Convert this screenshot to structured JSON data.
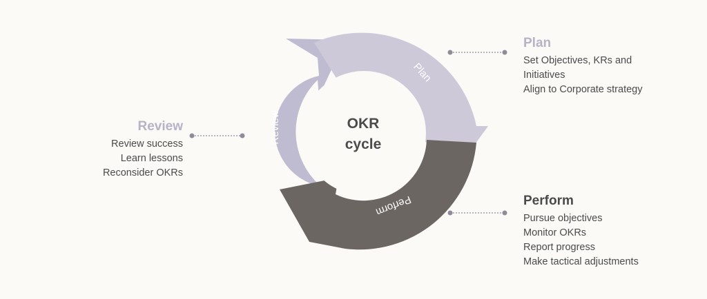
{
  "diagram": {
    "center_line1": "OKR",
    "center_line2": "cycle",
    "ring_labels": {
      "plan": "Plan",
      "review": "Review",
      "perform": "Perform"
    },
    "colors": {
      "plan": "#cdc9d9",
      "review": "#bfbbd1",
      "perform": "#6c6663",
      "leader": "#8f8b99"
    }
  },
  "plan": {
    "title": "Plan",
    "lines": [
      "Set Objectives, KRs and",
      "Initiatives",
      "Align to Corporate strategy"
    ]
  },
  "review": {
    "title": "Review",
    "lines": [
      "Review success",
      "Learn lessons",
      "Reconsider OKRs"
    ]
  },
  "perform": {
    "title": "Perform",
    "lines": [
      "Pursue objectives",
      "Monitor OKRs",
      "Report progress",
      "Make tactical adjustments"
    ]
  }
}
